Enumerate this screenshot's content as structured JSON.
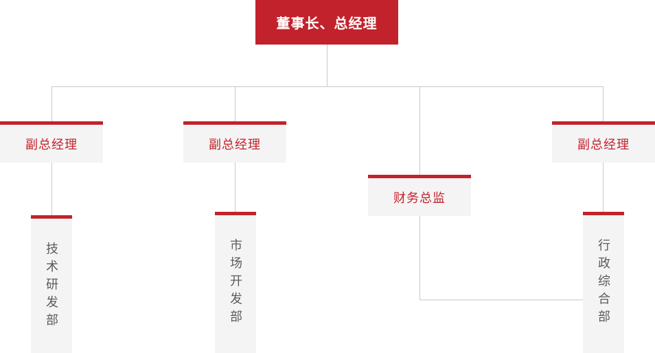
{
  "chart": {
    "title_text": "董事长、总经理",
    "colors": {
      "accent_red": "#c2222c",
      "box_fill": "#f4f4f4",
      "line_gray": "#c9c9c9",
      "dept_text": "#5a5a5a",
      "root_text": "#ffffff"
    },
    "root": {
      "label": "董事长、总经理"
    },
    "level2": [
      {
        "label": "副总经理"
      },
      {
        "label": "副总经理"
      },
      {
        "label": "财务总监"
      },
      {
        "label": "副总经理"
      }
    ],
    "departments": [
      {
        "label": "技术研发部"
      },
      {
        "label": "市场开发部"
      },
      {
        "label": "行政综合部"
      }
    ]
  }
}
